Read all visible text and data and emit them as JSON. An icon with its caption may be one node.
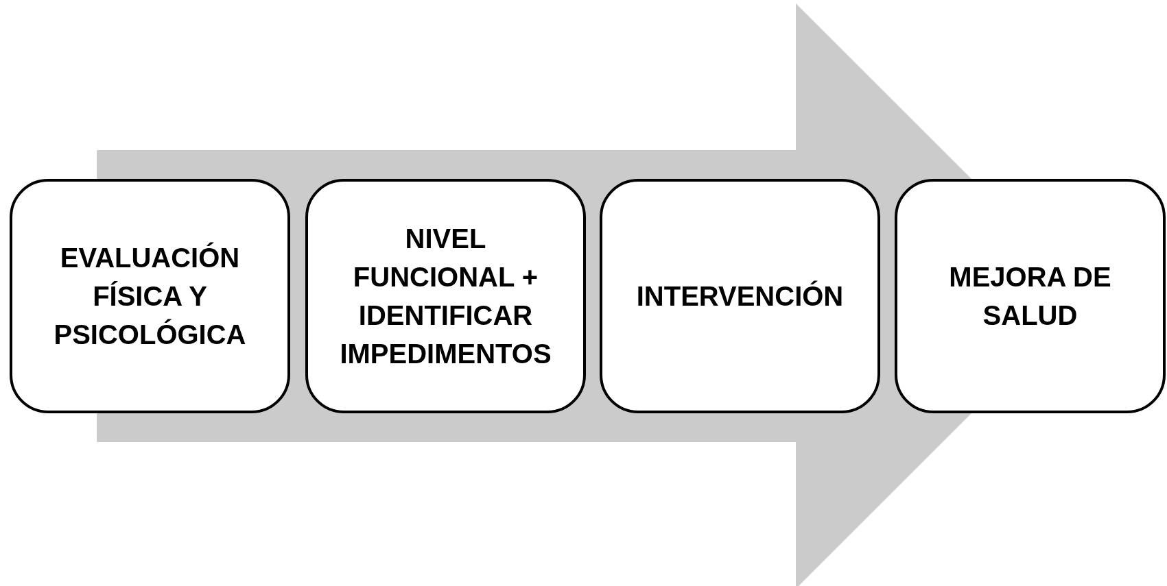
{
  "diagram": {
    "nodes": [
      {
        "text": [
          "EVALUACIÓN FÍSICA Y PSICOLÓGICA"
        ]
      },
      {
        "text": [
          "NIVEL FUNCIONAL + IDENTIFICAR IMPEDIMENTOS"
        ]
      },
      {
        "text": [
          "INTERVENCIÓN"
        ]
      },
      {
        "text": [
          "MEJORA DE SALUD"
        ]
      }
    ],
    "edges": [
      {
        "from": 0,
        "to": 3,
        "arrow": "to"
      }
    ]
  }
}
